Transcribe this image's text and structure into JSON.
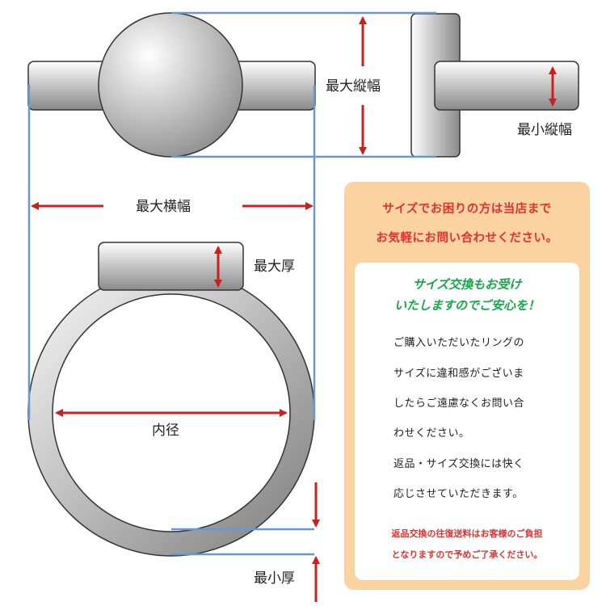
{
  "labels": {
    "max_height": "最大縦幅",
    "min_height": "最小縦幅",
    "max_width": "最大横幅",
    "max_thickness": "最大厚",
    "inner_diameter": "内径",
    "min_thickness": "最小厚"
  },
  "panel": {
    "heading_lines": [
      "サイズでお困りの方は当店まで",
      "お気軽にお問い合わせください。"
    ],
    "card_title_lines": [
      "サイズ交換もお受け",
      "いたしますのでご安心を！"
    ],
    "card_body_lines": [
      "ご購入いただいたリングの",
      "サイズに違和感がございま",
      "したらご遠慮なくお問い合",
      "わせください。",
      "返品・サイズ交換には快く",
      "応じさせていただきます。"
    ],
    "card_note_lines": [
      "返品交換の往復送料はお客様のご負担",
      "となりますので予めご了承ください。"
    ]
  },
  "colors": {
    "arrow": "#c8211e",
    "guide_line": "#6b97cf",
    "metal_light": "#ffffff",
    "metal_dark": "#808080",
    "panel_bg": "#fbd3a1",
    "panel_text": "#e1322f",
    "card_title": "#18a74a"
  }
}
